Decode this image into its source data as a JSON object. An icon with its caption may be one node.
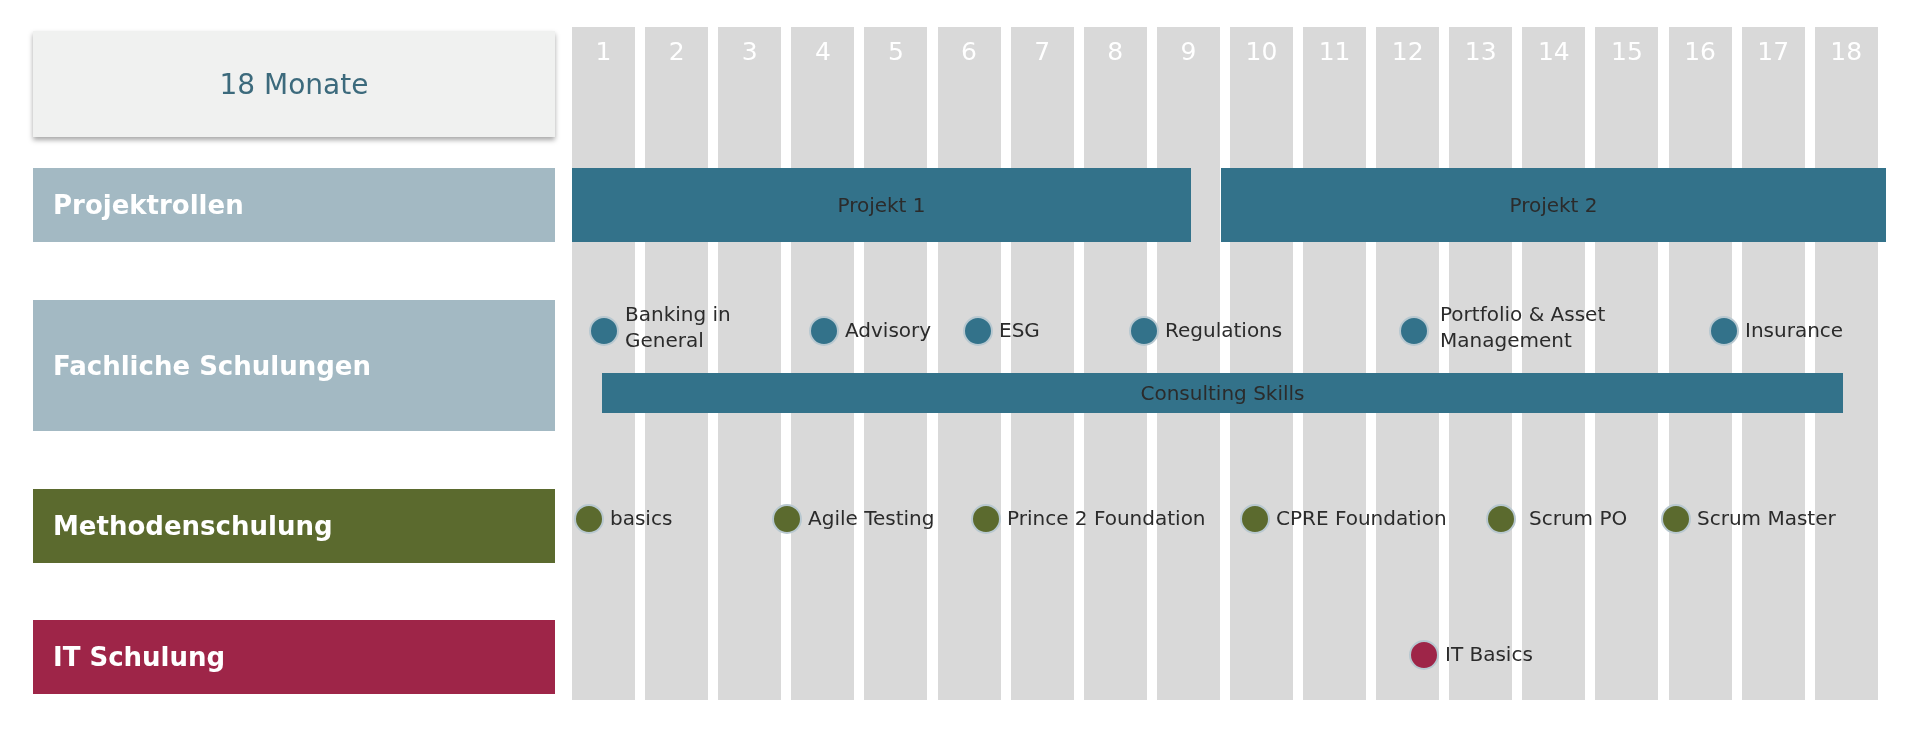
{
  "diagram": {
    "nodes": [
      {
        "text": [
          "18 Monate"
        ]
      },
      {
        "text": [
          "Projektrollen"
        ]
      },
      {
        "text": [
          "Fachliche Schulungen"
        ]
      },
      {
        "text": [
          "Methodenschulung"
        ]
      },
      {
        "text": [
          "IT Schulung"
        ]
      },
      {
        "text": [
          "Projekt 1"
        ]
      },
      {
        "text": [
          "Projekt 2"
        ]
      },
      {
        "text": [],
        "shape": "circle",
        "beside": [
          "Banking in General"
        ]
      },
      {
        "text": [],
        "shape": "circle",
        "beside": [
          "Advisory"
        ]
      },
      {
        "text": [],
        "shape": "circle",
        "beside": [
          "ESG"
        ]
      },
      {
        "text": [],
        "shape": "circle",
        "beside": [
          "Regulations"
        ]
      },
      {
        "text": [],
        "shape": "circle",
        "beside": [
          "Portfolio & Asset Management"
        ]
      },
      {
        "text": [],
        "shape": "circle",
        "beside": [
          "Insurance"
        ]
      },
      {
        "text": [
          "Consulting Skills"
        ]
      },
      {
        "text": [],
        "shape": "circle",
        "beside": [
          "basics"
        ]
      },
      {
        "text": [],
        "shape": "circle",
        "beside": [
          "Agile Testing"
        ]
      },
      {
        "text": [],
        "shape": "circle",
        "beside": [
          "Prince 2 Foundation"
        ]
      },
      {
        "text": [],
        "shape": "circle",
        "beside": [
          "CPRE Foundation"
        ]
      },
      {
        "text": [],
        "shape": "circle",
        "beside": [
          "Scrum PO"
        ]
      },
      {
        "text": [],
        "shape": "circle",
        "beside": [
          "Scrum Master"
        ]
      },
      {
        "text": [],
        "shape": "circle",
        "beside": [
          "IT Basics"
        ]
      }
    ],
    "edges": [],
    "labels": [
      "1",
      "2",
      "3",
      "4",
      "5",
      "6",
      "7",
      "8",
      "9",
      "10",
      "11",
      "12",
      "13",
      "14",
      "15",
      "16",
      "17",
      "18"
    ]
  }
}
